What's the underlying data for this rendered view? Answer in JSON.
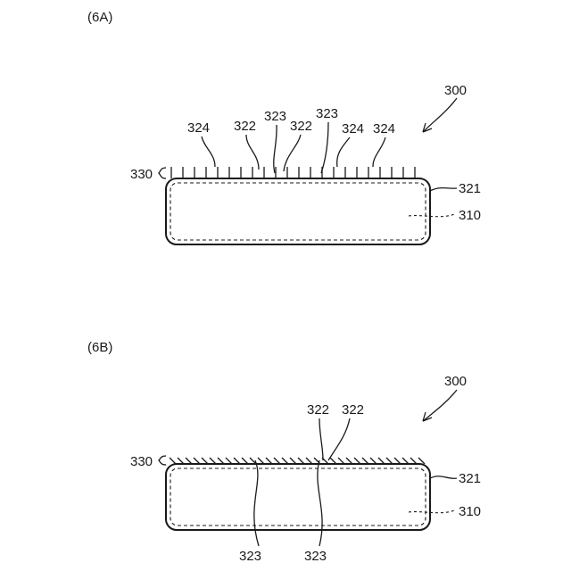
{
  "panels": [
    {
      "id": "6A",
      "caption": "(6A)",
      "device_label": "300",
      "layer_label": "330",
      "outer_label": "321",
      "core_label": "310",
      "top_labels": [
        "324",
        "322",
        "323",
        "322",
        "323",
        "324",
        "324"
      ]
    },
    {
      "id": "6B",
      "caption": "(6B)",
      "device_label": "300",
      "layer_label": "330",
      "outer_label": "321",
      "core_label": "310",
      "top_labels": [
        "322",
        "322"
      ],
      "bottom_labels": [
        "323",
        "323"
      ]
    }
  ]
}
